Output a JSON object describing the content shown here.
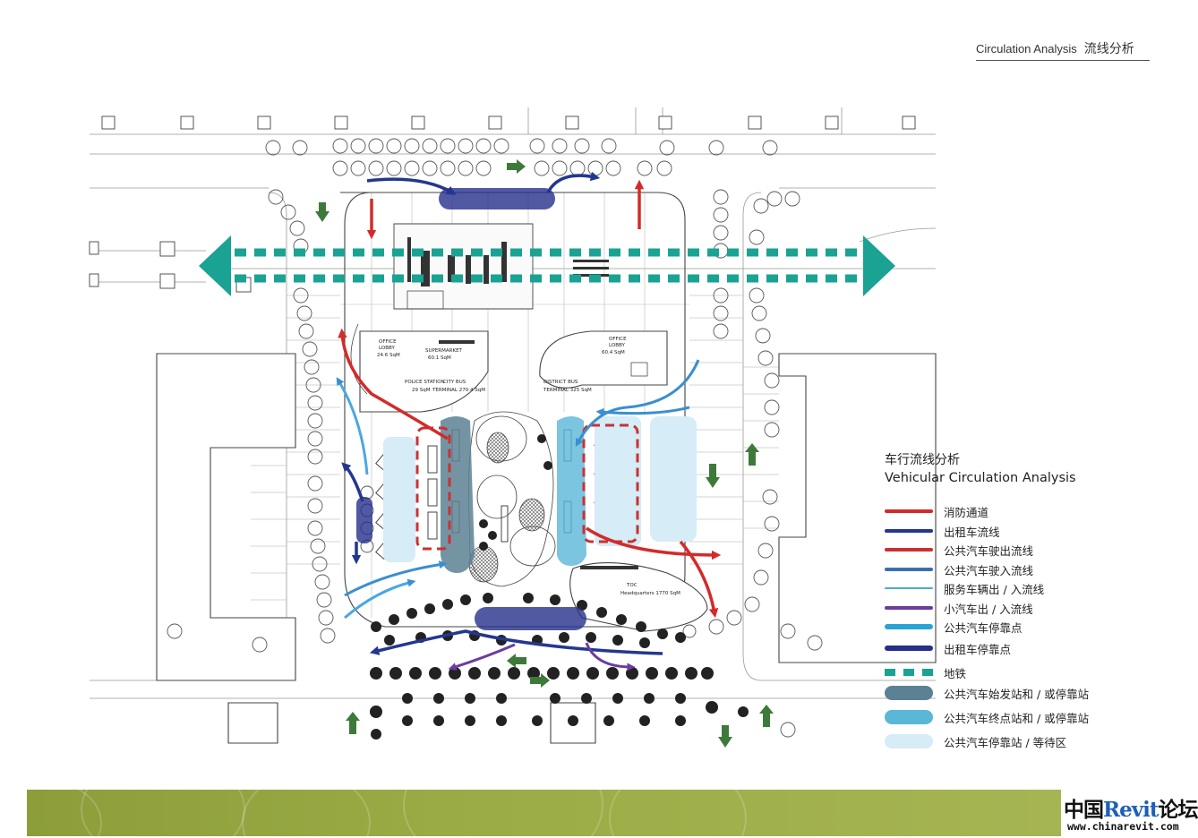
{
  "header": {
    "title_en": "Circulation Analysis",
    "title_zh": "流线分析"
  },
  "plan": {
    "labels": [
      "OFFICE",
      "LOBBY",
      "24.6 SqM",
      "SUPERMARKET",
      "60.1 SqM",
      "POLICE STATION",
      "29 SqM",
      "CITY BUS",
      "TERMINAL 270.4 SqM",
      "DISTRICT BUS",
      "TERMINAL 325 SqM",
      "OFFICE",
      "LOBBY",
      "60.4 SqM",
      "TOC",
      "Headquarters 1770 SqM"
    ]
  },
  "legend": {
    "title_zh": "车行流线分析",
    "title_en": "Vehicular Circulation Analysis",
    "items": [
      {
        "label": "消防通道",
        "color": "#d42a2a",
        "style": "line"
      },
      {
        "label": "出租车流线",
        "color": "#24378f",
        "style": "line"
      },
      {
        "label": "公共汽车驶出流线",
        "color": "#c83232",
        "style": "line"
      },
      {
        "label": "公共汽车驶入流线",
        "color": "#3a6fb0",
        "style": "line"
      },
      {
        "label": "服务车辆出 / 入流线",
        "color": "#4aa8df",
        "style": "thinline"
      },
      {
        "label": "小汽车出 / 入流线",
        "color": "#6a3d9f",
        "style": "line"
      },
      {
        "label": "公共汽车停靠点",
        "color": "#2aa3d6",
        "style": "thick"
      },
      {
        "label": "出租车停靠点",
        "color": "#262f8c",
        "style": "thick"
      },
      {
        "label": "地铁",
        "color": "#1aa293",
        "style": "dashed"
      },
      {
        "label": "公共汽车始发站和 / 或停靠站",
        "color": "#5c8194",
        "style": "pill"
      },
      {
        "label": "公共汽车终点站和 / 或停靠站",
        "color": "#5ab7d8",
        "style": "pill"
      },
      {
        "label": "公共汽车停靠站 / 等待区",
        "color": "#d6ecf6",
        "style": "pill"
      }
    ]
  },
  "logo": {
    "zh1": "中国",
    "brand": "Revit",
    "zh2": "论坛",
    "url": "www.chinarevit.com"
  }
}
